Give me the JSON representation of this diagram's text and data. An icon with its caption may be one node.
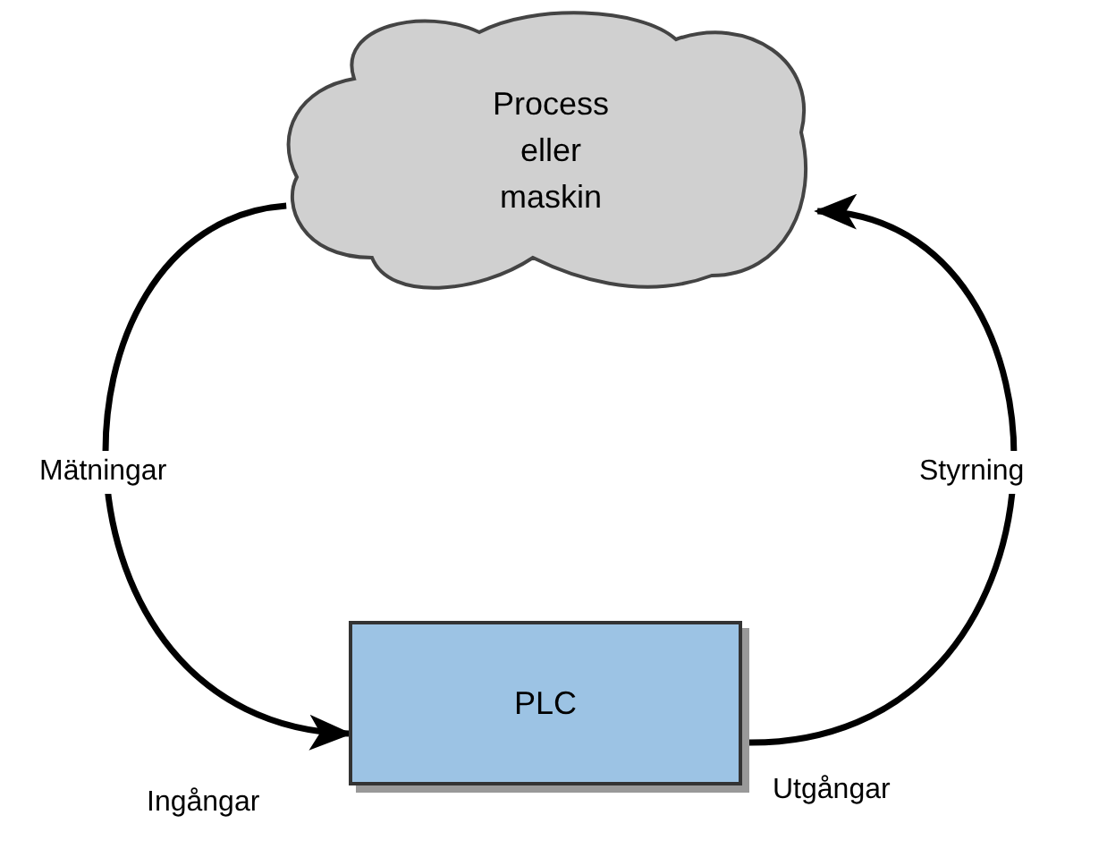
{
  "diagram": {
    "nodes": [
      {
        "text": [
          "Process eller maskin"
        ]
      },
      {
        "text": [
          "PLC"
        ],
        "beside": [
          "Ingångar",
          "Utgångar"
        ]
      }
    ],
    "edges": [
      {
        "from": 0,
        "to": 1,
        "arrow": "to",
        "label": "Mätningar"
      },
      {
        "from": 1,
        "to": 0,
        "arrow": "to",
        "label": "Styrning"
      }
    ]
  }
}
